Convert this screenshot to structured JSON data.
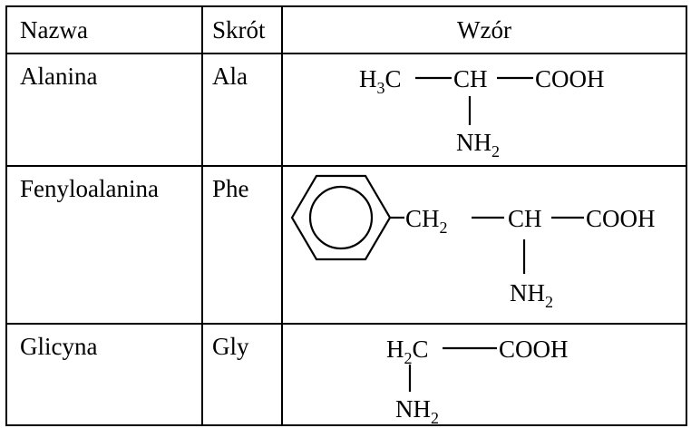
{
  "table": {
    "headers": [
      "Nazwa",
      "Skrót",
      "Wzór"
    ],
    "rows": [
      {
        "name": "Alanina",
        "abbr": "Ala",
        "formula": {
          "a": "H",
          "a_sub": "3",
          "a_tail": "C",
          "b": "CH",
          "c": "COOH",
          "d": "NH",
          "d_sub": "2"
        }
      },
      {
        "name": "Fenyloalanina",
        "abbr": "Phe",
        "formula": {
          "a": "CH",
          "a_sub": "2",
          "b": "CH",
          "c": "COOH",
          "d": "NH",
          "d_sub": "2"
        }
      },
      {
        "name": "Glicyna",
        "abbr": "Gly",
        "formula": {
          "a": "H",
          "a_sub": "2",
          "a_tail": "C",
          "c": "COOH",
          "d": "NH",
          "d_sub": "2"
        }
      }
    ]
  }
}
